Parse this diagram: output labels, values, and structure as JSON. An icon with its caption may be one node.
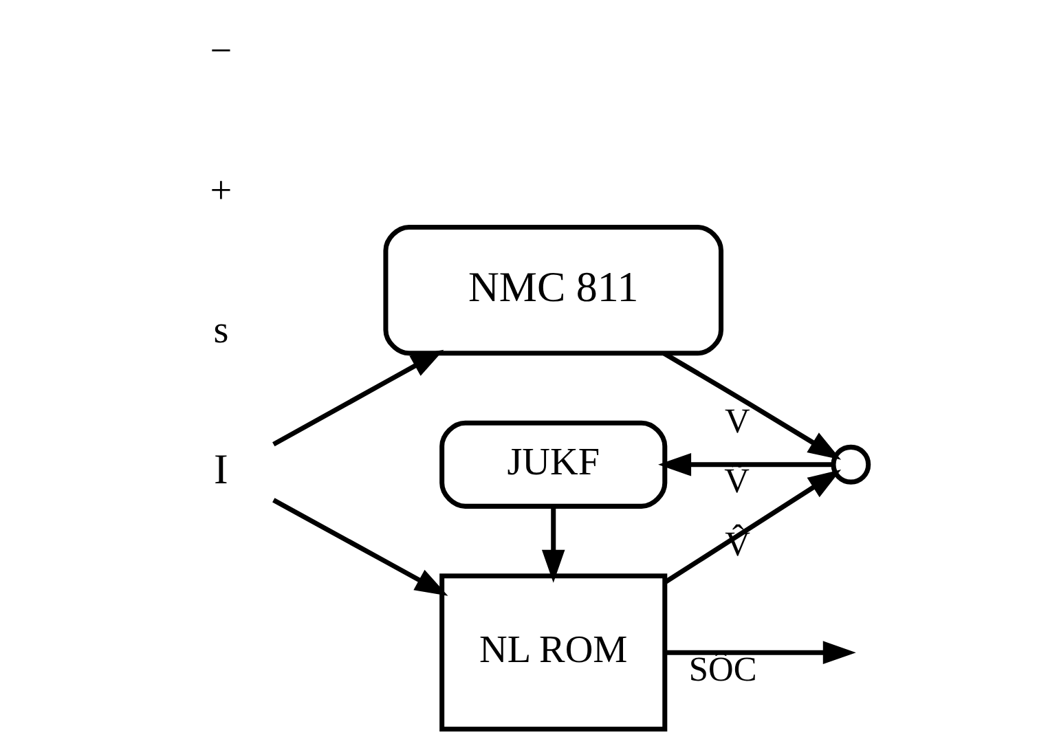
{
  "diagram": {
    "nodes": [
      {
        "text": [
          "I"
        ]
      },
      {
        "text": [
          "NMC 811"
        ]
      },
      {
        "text": [
          "JUKF"
        ]
      },
      {
        "text": [
          "NL ROM"
        ]
      },
      {
        "text": [],
        "shape": "circle"
      }
    ],
    "edges": [
      {
        "from": 0,
        "to": 1,
        "arrow": "to"
      },
      {
        "from": 0,
        "to": 3,
        "arrow": "to"
      },
      {
        "from": 1,
        "to": 4,
        "arrow": "to",
        "label": "V"
      },
      {
        "from": 4,
        "to": 2,
        "arrow": "to",
        "label": "Ṽ"
      },
      {
        "from": 2,
        "to": 3,
        "arrow": "to"
      },
      {
        "from": 3,
        "to": 4,
        "arrow": "to",
        "label": "V̂"
      },
      {
        "from": 3,
        "to": null,
        "arrow": "to",
        "label": "SÔC"
      }
    ],
    "labels": [
      "s",
      "+",
      "−"
    ]
  }
}
